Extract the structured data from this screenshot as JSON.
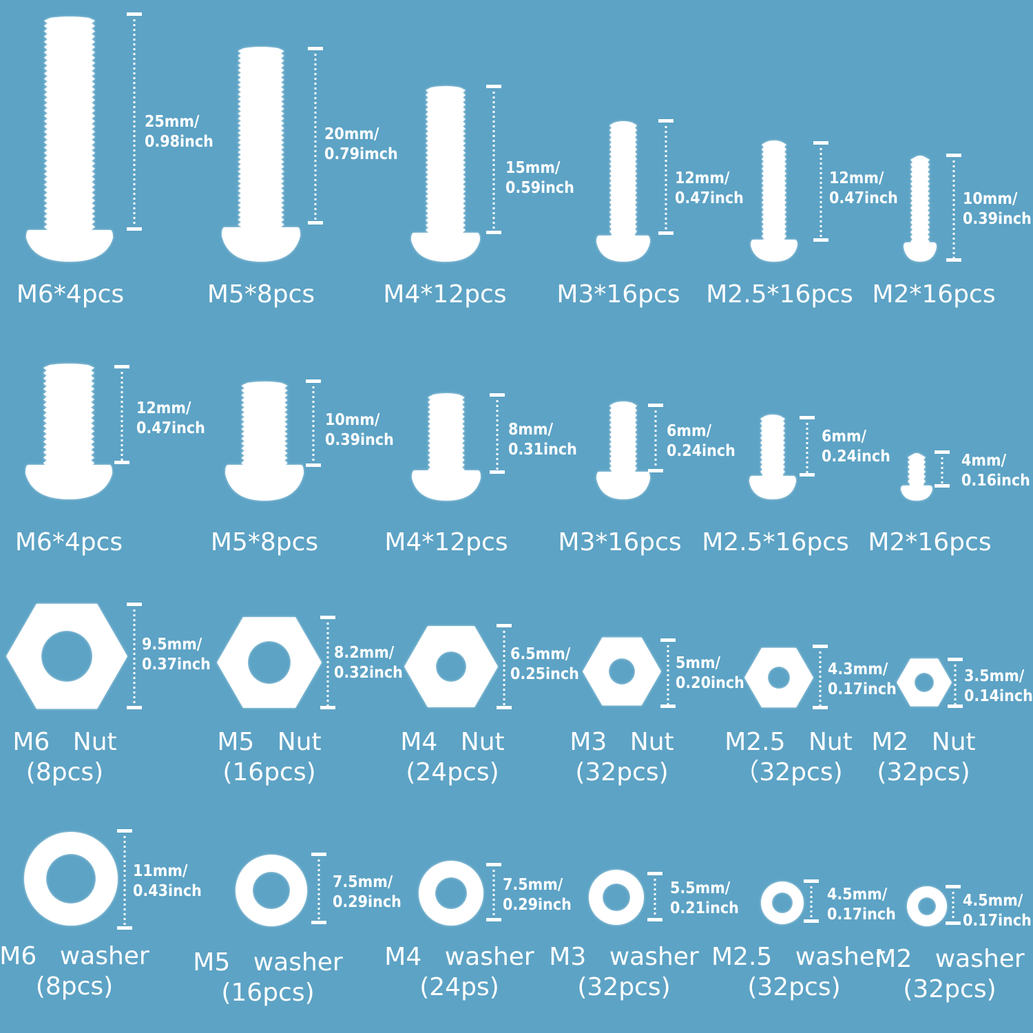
{
  "colors": {
    "background": "#5da3c5",
    "part": "#ffffff"
  },
  "rows": {
    "long_screws": [
      {
        "size": "25mm/",
        "inch": "0.98inch",
        "label": "M6*4pcs"
      },
      {
        "size": "20mm/",
        "inch": "0.79imch",
        "label": "M5*8pcs"
      },
      {
        "size": "15mm/",
        "inch": "0.59inch",
        "label": "M4*12pcs"
      },
      {
        "size": "12mm/",
        "inch": "0.47inch",
        "label": "M3*16pcs"
      },
      {
        "size": "12mm/",
        "inch": "0.47inch",
        "label": "M2.5*16pcs"
      },
      {
        "size": "10mm/",
        "inch": "0.39inch",
        "label": "M2*16pcs"
      }
    ],
    "short_screws": [
      {
        "size": "12mm/",
        "inch": "0.47inch",
        "label": "M6*4pcs"
      },
      {
        "size": "10mm/",
        "inch": "0.39inch",
        "label": "M5*8pcs"
      },
      {
        "size": "8mm/",
        "inch": "0.31inch",
        "label": "M4*12pcs"
      },
      {
        "size": "6mm/",
        "inch": "0.24inch",
        "label": "M3*16pcs"
      },
      {
        "size": "6mm/",
        "inch": "0.24inch",
        "label": "M2.5*16pcs"
      },
      {
        "size": "4mm/",
        "inch": "0.16inch",
        "label": "M2*16pcs"
      }
    ],
    "nuts": [
      {
        "size": "9.5mm/",
        "inch": "0.37inch",
        "label": "M6 Nut",
        "count": "(8pcs)"
      },
      {
        "size": "8.2mm/",
        "inch": "0.32inch",
        "label": "M5 Nut",
        "count": "(16pcs)"
      },
      {
        "size": "6.5mm/",
        "inch": "0.25inch",
        "label": "M4 Nut",
        "count": "(24pcs)"
      },
      {
        "size": "5mm/",
        "inch": "0.20inch",
        "label": "M3 Nut",
        "count": "(32pcs)"
      },
      {
        "size": "4.3mm/",
        "inch": "0.17inch",
        "label": "M2.5 Nut",
        "count": "（32pcs)"
      },
      {
        "size": "3.5mm/",
        "inch": "0.14inch",
        "label": "M2 Nut",
        "count": "(32pcs)"
      }
    ],
    "washers": [
      {
        "size": "11mm/",
        "inch": "0.43inch",
        "label": "M6 washer",
        "count": "(8pcs)"
      },
      {
        "size": "7.5mm/",
        "inch": "0.29inch",
        "label": "M5 washer",
        "count": "(16pcs)"
      },
      {
        "size": "7.5mm/",
        "inch": "0.29inch",
        "label": "M4 washer",
        "count": "(24ps)"
      },
      {
        "size": "5.5mm/",
        "inch": "0.21inch",
        "label": "M3 washer",
        "count": "(32pcs)"
      },
      {
        "size": "4.5mm/",
        "inch": "0.17inch",
        "label": "M2.5 washer",
        "count": "(32pcs)"
      },
      {
        "size": "4.5mm/",
        "inch": "0.17inch",
        "label": "M2 washer",
        "count": "(32pcs)"
      }
    ]
  }
}
